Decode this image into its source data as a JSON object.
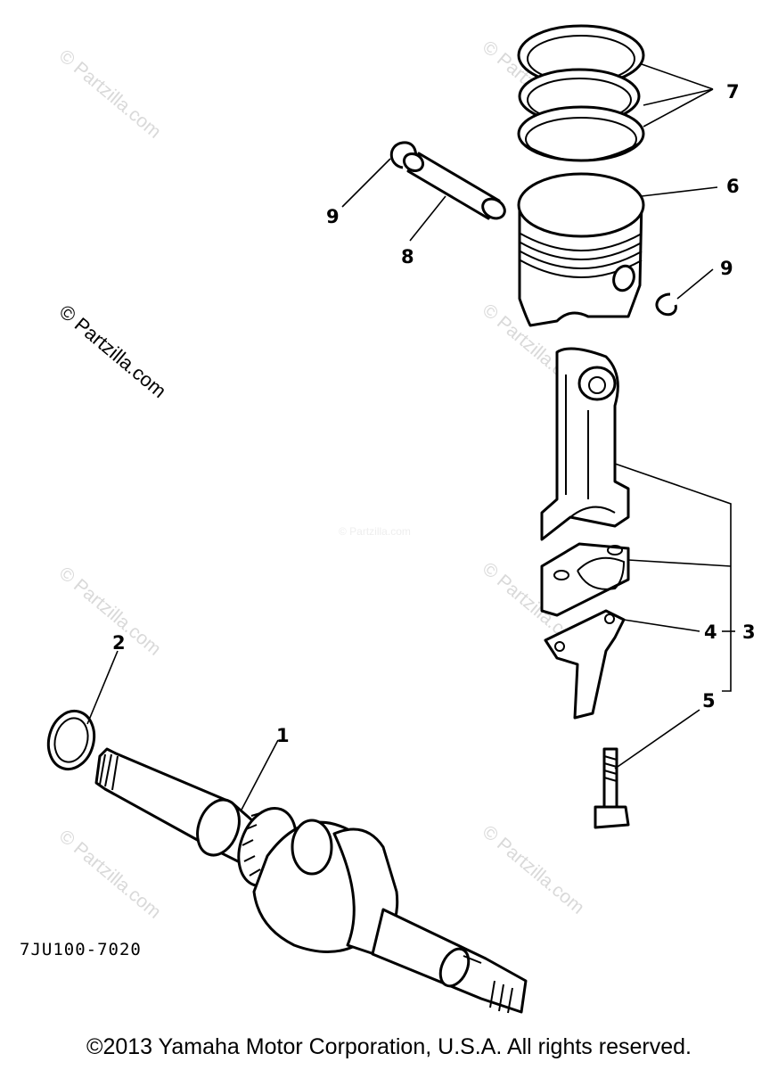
{
  "watermarks": [
    "© Partzilla.com",
    "© Partzilla.com",
    "© Partzilla.com",
    "© Partzilla.com",
    "© Partzilla.com",
    "© Partzilla.com",
    "© Partzilla.com",
    "© Partzilla.com",
    "© Partzilla.com"
  ],
  "callouts": [
    "1",
    "2",
    "3",
    "4",
    "5",
    "6",
    "7",
    "8",
    "9",
    "9"
  ],
  "part_number": "7JU100-7020",
  "copyright": "©2013 Yamaha Motor Corporation, U.S.A. All rights reserved."
}
